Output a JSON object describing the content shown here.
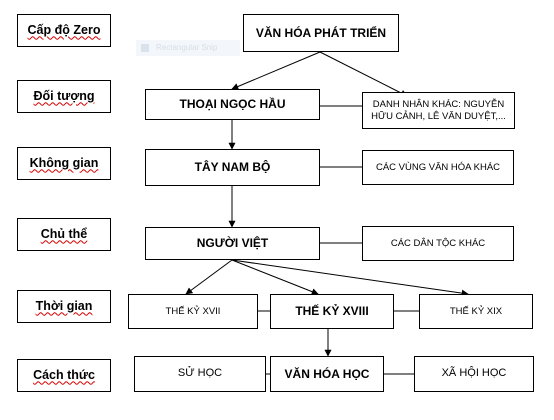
{
  "levels": {
    "zero": "Cấp độ Zero",
    "object": "Đối tượng",
    "space": "Không gian",
    "subject": "Chủ thể",
    "time": "Thời gian",
    "method": "Cách thức"
  },
  "nodes": {
    "root": "VĂN HÓA PHÁT TRIỂN",
    "thoai_ngoc_hau": "THOẠI NGỌC HẦU",
    "danh_nhan_khac": "DANH NHÂN KHÁC: NGUYỄN HỮU CẢNH, LÊ VĂN DUYỆT,...",
    "tay_nam_bo": "TÂY NAM BỘ",
    "vung_van_hoa_khac": "CÁC VÙNG VĂN HÓA KHÁC",
    "nguoi_viet": "NGƯỜI VIỆT",
    "dan_toc_khac": "CÁC DÂN TỘC KHÁC",
    "the_ky_xvii": "THẾ KỶ XVII",
    "the_ky_xviii": "THẾ KỶ XVIII",
    "the_ky_xix": "THẾ KỶ XIX",
    "su_hoc": "SỬ HỌC",
    "van_hoa_hoc": "VĂN HÓA HỌC",
    "xa_hoi_hoc": "XÃ HỘI HỌC"
  },
  "ghost_tooltip": "Rectangular Snip"
}
